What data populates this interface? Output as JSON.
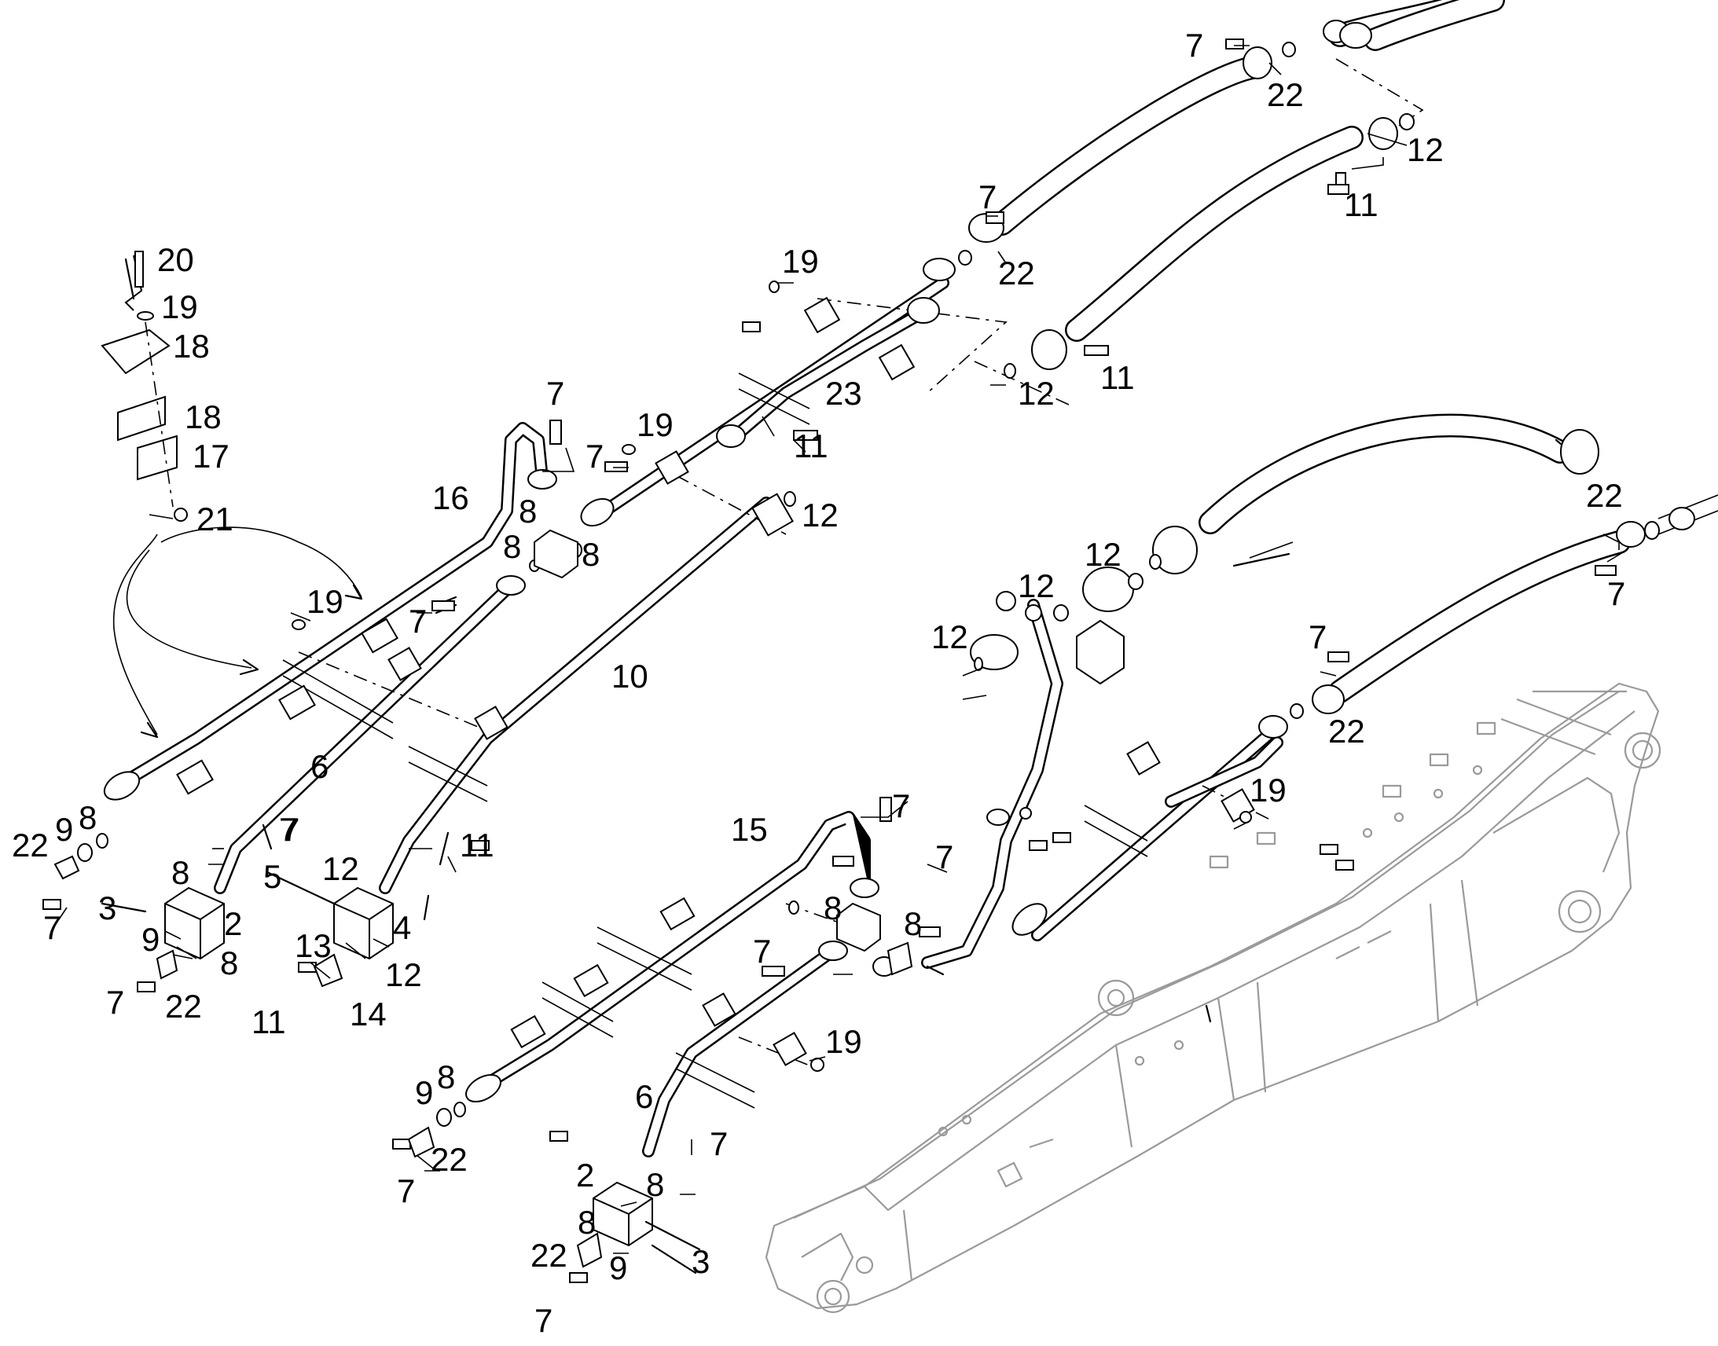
{
  "callouts": [
    {
      "label": "7"
    },
    {
      "label": "22"
    },
    {
      "label": "12"
    },
    {
      "label": "11"
    },
    {
      "label": "7"
    },
    {
      "label": "22"
    },
    {
      "label": "12"
    },
    {
      "label": "11"
    },
    {
      "label": "20"
    },
    {
      "label": "19"
    },
    {
      "label": "18"
    },
    {
      "label": "18"
    },
    {
      "label": "17"
    },
    {
      "label": "21"
    },
    {
      "label": "19"
    },
    {
      "label": "23"
    },
    {
      "label": "7"
    },
    {
      "label": "19"
    },
    {
      "label": "7"
    },
    {
      "label": "11"
    },
    {
      "label": "16"
    },
    {
      "label": "8"
    },
    {
      "label": "8"
    },
    {
      "label": "8"
    },
    {
      "label": "12"
    },
    {
      "label": "19"
    },
    {
      "label": "7"
    },
    {
      "label": "10"
    },
    {
      "label": "6"
    },
    {
      "label": "22"
    },
    {
      "label": "9"
    },
    {
      "label": "8"
    },
    {
      "label": "7"
    },
    {
      "label": "3"
    },
    {
      "label": "8"
    },
    {
      "label": "7"
    },
    {
      "label": "2"
    },
    {
      "label": "9"
    },
    {
      "label": "8"
    },
    {
      "label": "7"
    },
    {
      "label": "22"
    },
    {
      "label": "5"
    },
    {
      "label": "7"
    },
    {
      "label": "12"
    },
    {
      "label": "4"
    },
    {
      "label": "11"
    },
    {
      "label": "13"
    },
    {
      "label": "12"
    },
    {
      "label": "11"
    },
    {
      "label": "14"
    },
    {
      "label": "22"
    },
    {
      "label": "7"
    },
    {
      "label": "12"
    },
    {
      "label": "12"
    },
    {
      "label": "12"
    },
    {
      "label": "7"
    },
    {
      "label": "22"
    },
    {
      "label": "19"
    },
    {
      "label": "15"
    },
    {
      "label": "7"
    },
    {
      "label": "7"
    },
    {
      "label": "8"
    },
    {
      "label": "8"
    },
    {
      "label": "7"
    },
    {
      "label": "19"
    },
    {
      "label": "6"
    },
    {
      "label": "7"
    },
    {
      "label": "9"
    },
    {
      "label": "8"
    },
    {
      "label": "22"
    },
    {
      "label": "7"
    },
    {
      "label": "2"
    },
    {
      "label": "8"
    },
    {
      "label": "8"
    },
    {
      "label": "3"
    },
    {
      "label": "22"
    },
    {
      "label": "9"
    },
    {
      "label": "7"
    }
  ]
}
